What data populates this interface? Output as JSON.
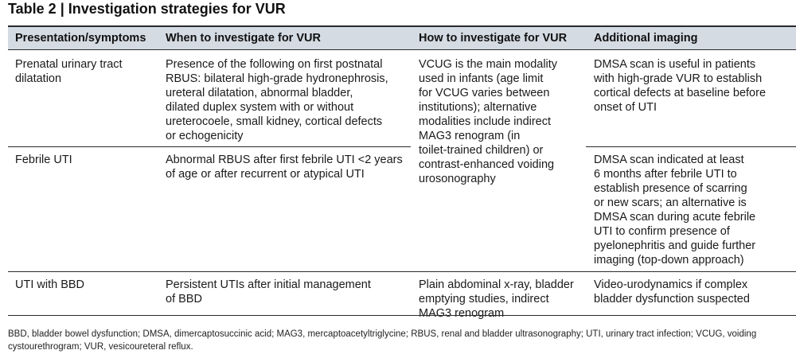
{
  "title": "Table 2 | Investigation strategies for VUR",
  "columns": [
    "Presentation/symptoms",
    "When to investigate for VUR",
    "How to investigate for VUR",
    "Additional imaging"
  ],
  "rows": [
    {
      "presentation": [
        "Prenatal urinary tract",
        "dilatation"
      ],
      "when": [
        "Presence of the following on first postnatal",
        "RBUS: bilateral high-grade hydronephrosis,",
        "ureteral dilatation, abnormal bladder,",
        "dilated duplex system with or without",
        "ureterocoele, small kidney, cortical defects",
        "or echogenicity"
      ],
      "imaging": [
        "DMSA scan is useful in patients",
        "with high-grade VUR to establish",
        "cortical defects at baseline before",
        "onset of UTI"
      ]
    },
    {
      "presentation": [
        "Febrile UTI"
      ],
      "when": [
        "Abnormal RBUS after first febrile UTI <2 years",
        "of age or after recurrent or atypical UTI"
      ],
      "imaging": [
        "DMSA scan indicated at least",
        "6 months after febrile UTI to",
        "establish presence of scarring",
        "or new scars; an alternative is",
        "DMSA scan during acute febrile",
        "UTI to confirm presence of",
        "pyelonephritis and guide further",
        "imaging (top-down approach)"
      ]
    },
    {
      "presentation": [
        "UTI with BBD"
      ],
      "when": [
        "Persistent UTIs after initial management",
        "of BBD"
      ],
      "how": [
        "Plain abdominal x-ray, bladder",
        "emptying studies, indirect",
        "MAG3 renogram"
      ],
      "imaging": [
        "Video-urodynamics if complex",
        "bladder dysfunction suspected"
      ]
    }
  ],
  "shared_how": [
    "VCUG is the main modality",
    "used in infants (age limit",
    "for VCUG varies between",
    "institutions); alternative",
    "modalities include indirect",
    "MAG3 renogram (in",
    "toilet-trained children) or",
    "contrast-enhanced voiding",
    "urosonography"
  ],
  "footnote": [
    "BBD, bladder bowel dysfunction; DMSA, dimercaptosuccinic acid; MAG3, mercaptoacetyltriglycine; RBUS, renal and bladder ultrasonography; UTI, urinary tract infection; VCUG, voiding",
    "cystourethrogram; VUR, vesicoureteral reflux."
  ],
  "colors": {
    "header_bg": "#d4dbe3",
    "rule": "#2a2a2a"
  }
}
